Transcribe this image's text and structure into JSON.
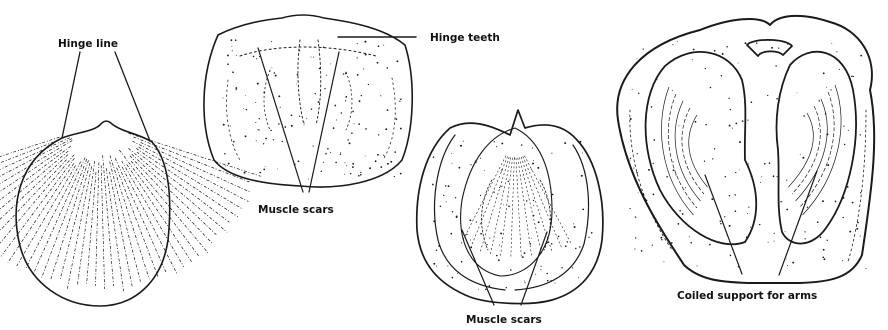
{
  "labels": {
    "hinge_line": "Hinge line",
    "hinge_teeth": "Hinge teeth",
    "muscle_scars_top": "Muscle scars",
    "muscle_scars_bottom": "Muscle scars",
    "coiled_support": "Coiled support for arms"
  },
  "colors": {
    "ink": "#1a1a1a",
    "background": "#ffffff"
  }
}
